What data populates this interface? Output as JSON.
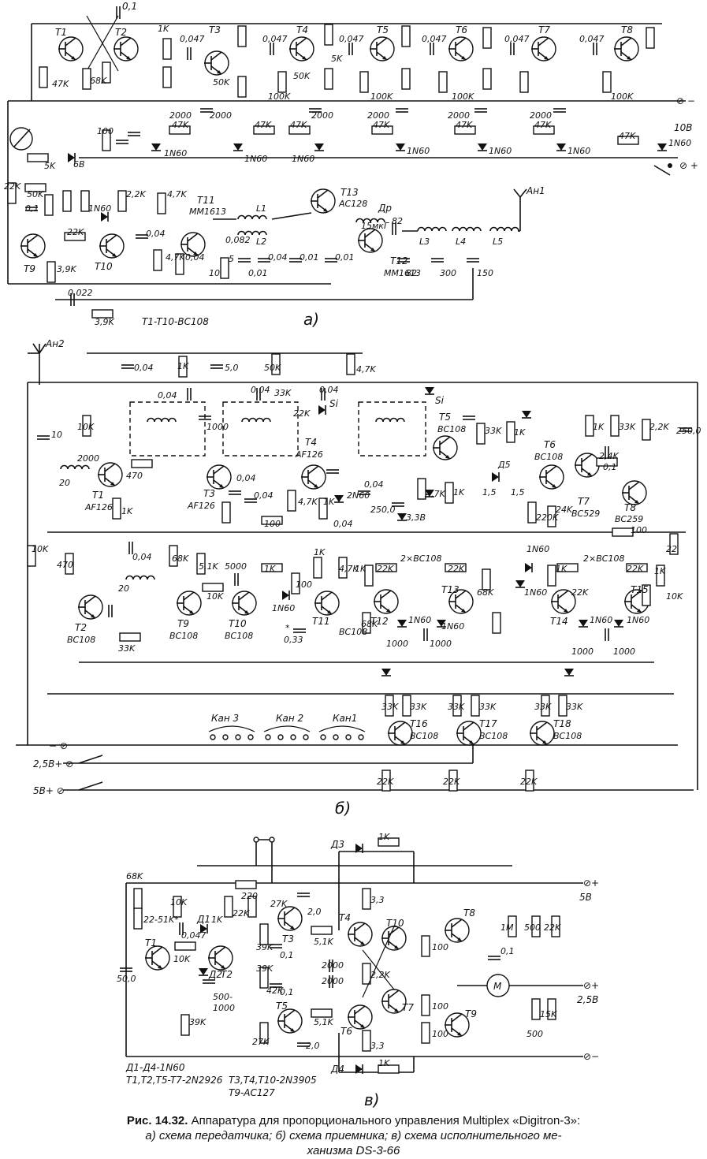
{
  "caption": {
    "figure_no": "Рис. 14.32.",
    "title": "Аппаратура для пропорционального управления Multiplex «Digitron-3»:",
    "line2": "а) схема передатчика; б) схема приемника; в) схема исполнительного ме-",
    "line3": "ханизма DS-3-66"
  },
  "panels": {
    "a": {
      "letter": "а)",
      "note": "T1-T10-BC108",
      "labels": {
        "t1": "T1",
        "t2": "T2",
        "t3": "T3",
        "t4": "T4",
        "t5": "T5",
        "t6": "T6",
        "t7": "T7",
        "t8": "T8",
        "t9": "T9",
        "t10": "T10",
        "t11": "T11",
        "t12": "T12",
        "t13": "T13",
        "t11_type": "MM1613",
        "t12_type": "MM1613",
        "t13_type": "AC128",
        "c01": "0,1",
        "r1k": "1K",
        "c047": "0,047",
        "r47k": "47K",
        "r68k": "68K",
        "r5k": "5K",
        "r50k": "50K",
        "r100k": "100K",
        "c2000": "2000",
        "c100": "100",
        "d1n60": "1N60",
        "c6b": "6В",
        "minus": "⊘ −",
        "plus": "⊘ +",
        "v10": "10В",
        "r22k": "22K",
        "r22kb": "2,2K",
        "r4_7k": "4,7K",
        "c004": "0,04",
        "c0022": "0,022",
        "r3_9k": "3,9K",
        "c001": "0,01",
        "l1": "L1",
        "l2": "L2",
        "l3": "L3",
        "l4": "L4",
        "l5": "L5",
        "dr": "Др",
        "dr_val": "15мкГ",
        "c82": "82",
        "c300": "300",
        "c150": "150",
        "an1": "Ан1",
        "c0082": "0,082",
        "r10": "10",
        "r5": "5",
        "c004b": "0,04"
      }
    },
    "b": {
      "letter": "б)",
      "labels": {
        "an2": "Ан2",
        "t1": "T1",
        "t1_type": "AF126",
        "t2": "T2",
        "t2_type": "BC108",
        "t3": "T3",
        "t3_type": "AF126",
        "t4": "T4",
        "t4_type": "AF126",
        "t5": "T5",
        "t5_type": "BC108",
        "t6": "T6",
        "t6_type": "BC108",
        "t7": "T7",
        "t7_type": "BC529",
        "t8": "T8",
        "t8_type": "BC259",
        "t9": "T9",
        "t9_type": "BC108",
        "t10": "T10",
        "t10_type": "BC108",
        "t11": "T11",
        "t11_type": "BC108",
        "t12": "T12",
        "t13": "T13",
        "t14": "T14",
        "t15": "T15",
        "pair": "2×BC108",
        "pair2": "2×BC108",
        "t16": "T16",
        "t16_type": "BC108",
        "t17": "T17",
        "t17_type": "BC108",
        "t18": "T18",
        "t18_type": "BC108",
        "c10": "10",
        "r10k": "10K",
        "c2000": "2000",
        "c20": "20",
        "r470": "470",
        "c004": "0,04",
        "r1k": "1K",
        "c5": "5,0",
        "r50k": "50K",
        "r4_7k": "4,7K",
        "c1000": "1000",
        "r33k": "33K",
        "r22k": "22K",
        "si": "Si",
        "c250": "250,0",
        "r2_4k": "2,4K",
        "c01": "0,1",
        "c2_2k": "2,2K",
        "d5": "Д5",
        "c1_5": "1,5",
        "r220k": "220K",
        "r24k": "24K",
        "r100": "100",
        "r68k": "68K",
        "r5_1k": "5,1K",
        "c5000": "5000",
        "r10k_b": "10K",
        "d1n60": "1N60",
        "c033": "0,33",
        "star": "*",
        "v3_3": "3,3В",
        "d2n60": "2N60",
        "r22": "22",
        "ch3": "Кан 3",
        "ch2": "Кан 2",
        "ch1": "Кан1",
        "minus": "− ⊘",
        "plus25": "2,5В+ ⊘",
        "plus5": "5В+ ⊘"
      }
    },
    "c": {
      "letter": "в)",
      "legend": [
        "Д1-Д4-1N60",
        "T1,T2,T5-T7-2N2926",
        "T3,T4,T10-2N3905",
        "T9-AC127"
      ],
      "labels": {
        "t1": "T1",
        "t2": "T2",
        "t3": "T3",
        "t4": "T4",
        "t5": "T5",
        "t6": "T6",
        "t7": "T7",
        "t8": "T8",
        "t9": "T9",
        "t10": "T10",
        "d1": "Д1",
        "d2": "Д2",
        "d3": "Д3",
        "d4": "Д4",
        "r68k": "68K",
        "r22_51k": "22-51K*",
        "r10k": "10K",
        "c0047": "0,047",
        "r1k": "1K",
        "c50": "50,0",
        "r39k": "39K",
        "c500_1000": "500-",
        "c500_1000b": "1000",
        "r220": "220",
        "r22k": "22K",
        "r27k": "27K",
        "r42k": "42K",
        "c2": "2,0",
        "c01": "0,1",
        "r5_1k": "5,1K",
        "r3_3": "3,3",
        "c2000": "2000",
        "r2_2k": "2,2K",
        "r100": "100",
        "r1m": "1M",
        "r500": "500",
        "r15k": "15K",
        "v5": "⊘+",
        "v5t": "5В",
        "v25": "⊘+",
        "v25t": "2,5В",
        "vm": "⊘−",
        "motor": "M"
      }
    }
  }
}
